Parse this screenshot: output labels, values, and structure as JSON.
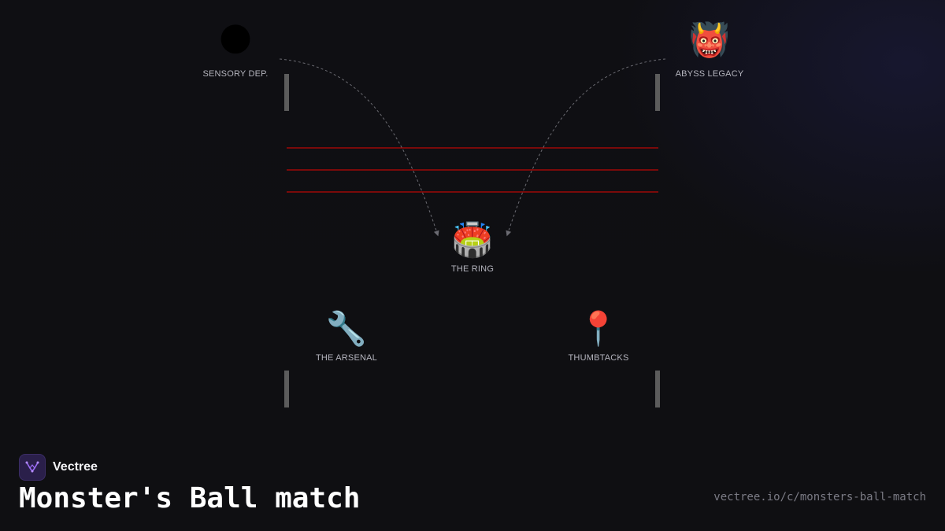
{
  "nodes": [
    {
      "key": "sensory",
      "emoji": "🌑",
      "label": "SENSORY DEP.",
      "icon": "new-moon-icon"
    },
    {
      "key": "abyss",
      "emoji": "👹",
      "label": "ABYSS LEGACY",
      "icon": "ogre-icon"
    },
    {
      "key": "ring",
      "emoji": "🏟️",
      "label": "THE RING",
      "icon": "stadium-icon"
    },
    {
      "key": "arsenal",
      "emoji": "🔧",
      "label": "THE ARSENAL",
      "icon": "wrench-icon"
    },
    {
      "key": "thumbtacks",
      "emoji": "📍",
      "label": "THUMBTACKS",
      "icon": "pushpin-icon"
    }
  ],
  "edges": [
    {
      "from": "SENSORY DEP.",
      "to": "THE RING",
      "style": "dashed"
    },
    {
      "from": "ABYSS LEGACY",
      "to": "THE RING",
      "style": "dashed"
    }
  ],
  "colors": {
    "ropes": "#7a0a0a",
    "posts": "#5c5c5c",
    "edge": "#6b6b72",
    "accent": "#8a5cf0"
  },
  "brand": {
    "name": "Vectree"
  },
  "title": "Monster's Ball match",
  "url": "vectree.io/c/monsters-ball-match"
}
